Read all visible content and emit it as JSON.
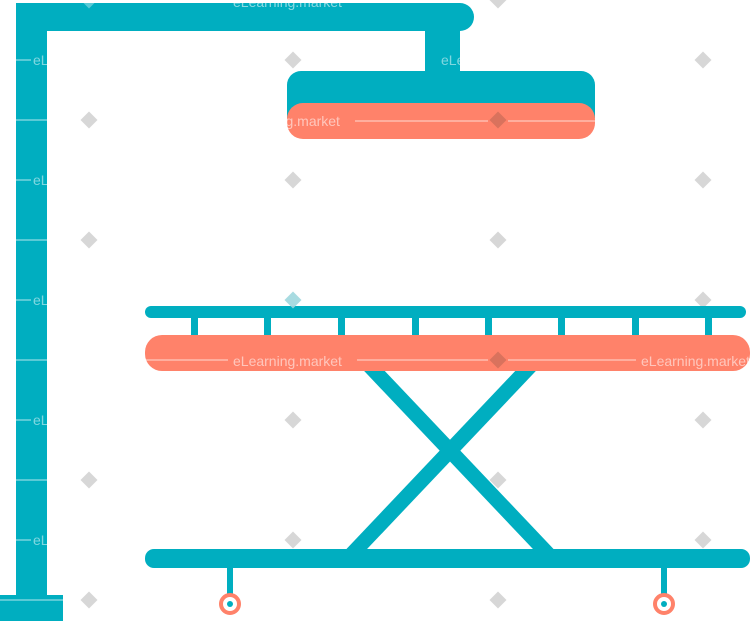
{
  "colors": {
    "teal": "#00aec0",
    "coral": "#ff826a",
    "watermark": "#c8c8c8",
    "background": "#ffffff"
  },
  "watermark": {
    "text": "eLearning.market",
    "mark_letter": "e"
  },
  "illustration": {
    "subject": "surgical table with overhead lamp"
  }
}
